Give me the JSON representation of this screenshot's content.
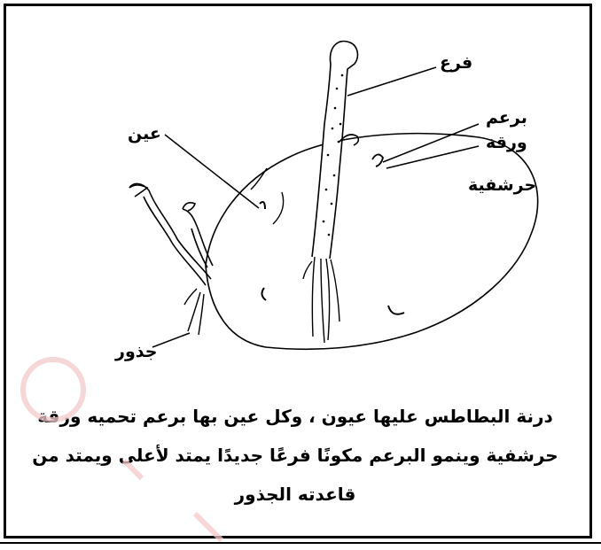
{
  "labels": {
    "branch": "فرع",
    "bud": "برعم",
    "scale_leaf_line1": "ورقة",
    "scale_leaf_line2": "حرشفية",
    "eye": "عين",
    "roots": "جذور"
  },
  "caption": {
    "line1": "درنة البطاطس عليها عيون ، وكل عين بها برعم تحميه ورقة",
    "line2": "حرشفية وينمو البرعم مكونًا فرعًا جديدًا يمتد لأعلى ويمتد من",
    "line3": "قاعدته الجذور"
  },
  "colors": {
    "ink": "#000000",
    "watermark": "#f3c9c9"
  }
}
